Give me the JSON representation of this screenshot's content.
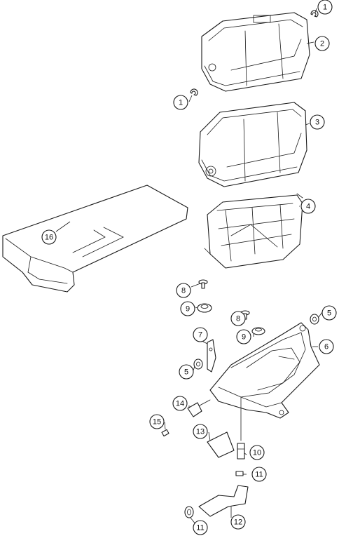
{
  "diagram": {
    "callouts": [
      {
        "id": "c1a",
        "label": "1"
      },
      {
        "id": "c2",
        "label": "2"
      },
      {
        "id": "c1b",
        "label": "1"
      },
      {
        "id": "c3",
        "label": "3"
      },
      {
        "id": "c4",
        "label": "4"
      },
      {
        "id": "c16",
        "label": "16"
      },
      {
        "id": "c8a",
        "label": "8"
      },
      {
        "id": "c9a",
        "label": "9"
      },
      {
        "id": "c8b",
        "label": "8"
      },
      {
        "id": "c5a",
        "label": "5"
      },
      {
        "id": "c9b",
        "label": "9"
      },
      {
        "id": "c7",
        "label": "7"
      },
      {
        "id": "c6",
        "label": "6"
      },
      {
        "id": "c5b",
        "label": "5"
      },
      {
        "id": "c14",
        "label": "14"
      },
      {
        "id": "c15",
        "label": "15"
      },
      {
        "id": "c13",
        "label": "13"
      },
      {
        "id": "c10",
        "label": "10"
      },
      {
        "id": "c11a",
        "label": "11"
      },
      {
        "id": "c12",
        "label": "12"
      },
      {
        "id": "c11b",
        "label": "11"
      }
    ]
  }
}
